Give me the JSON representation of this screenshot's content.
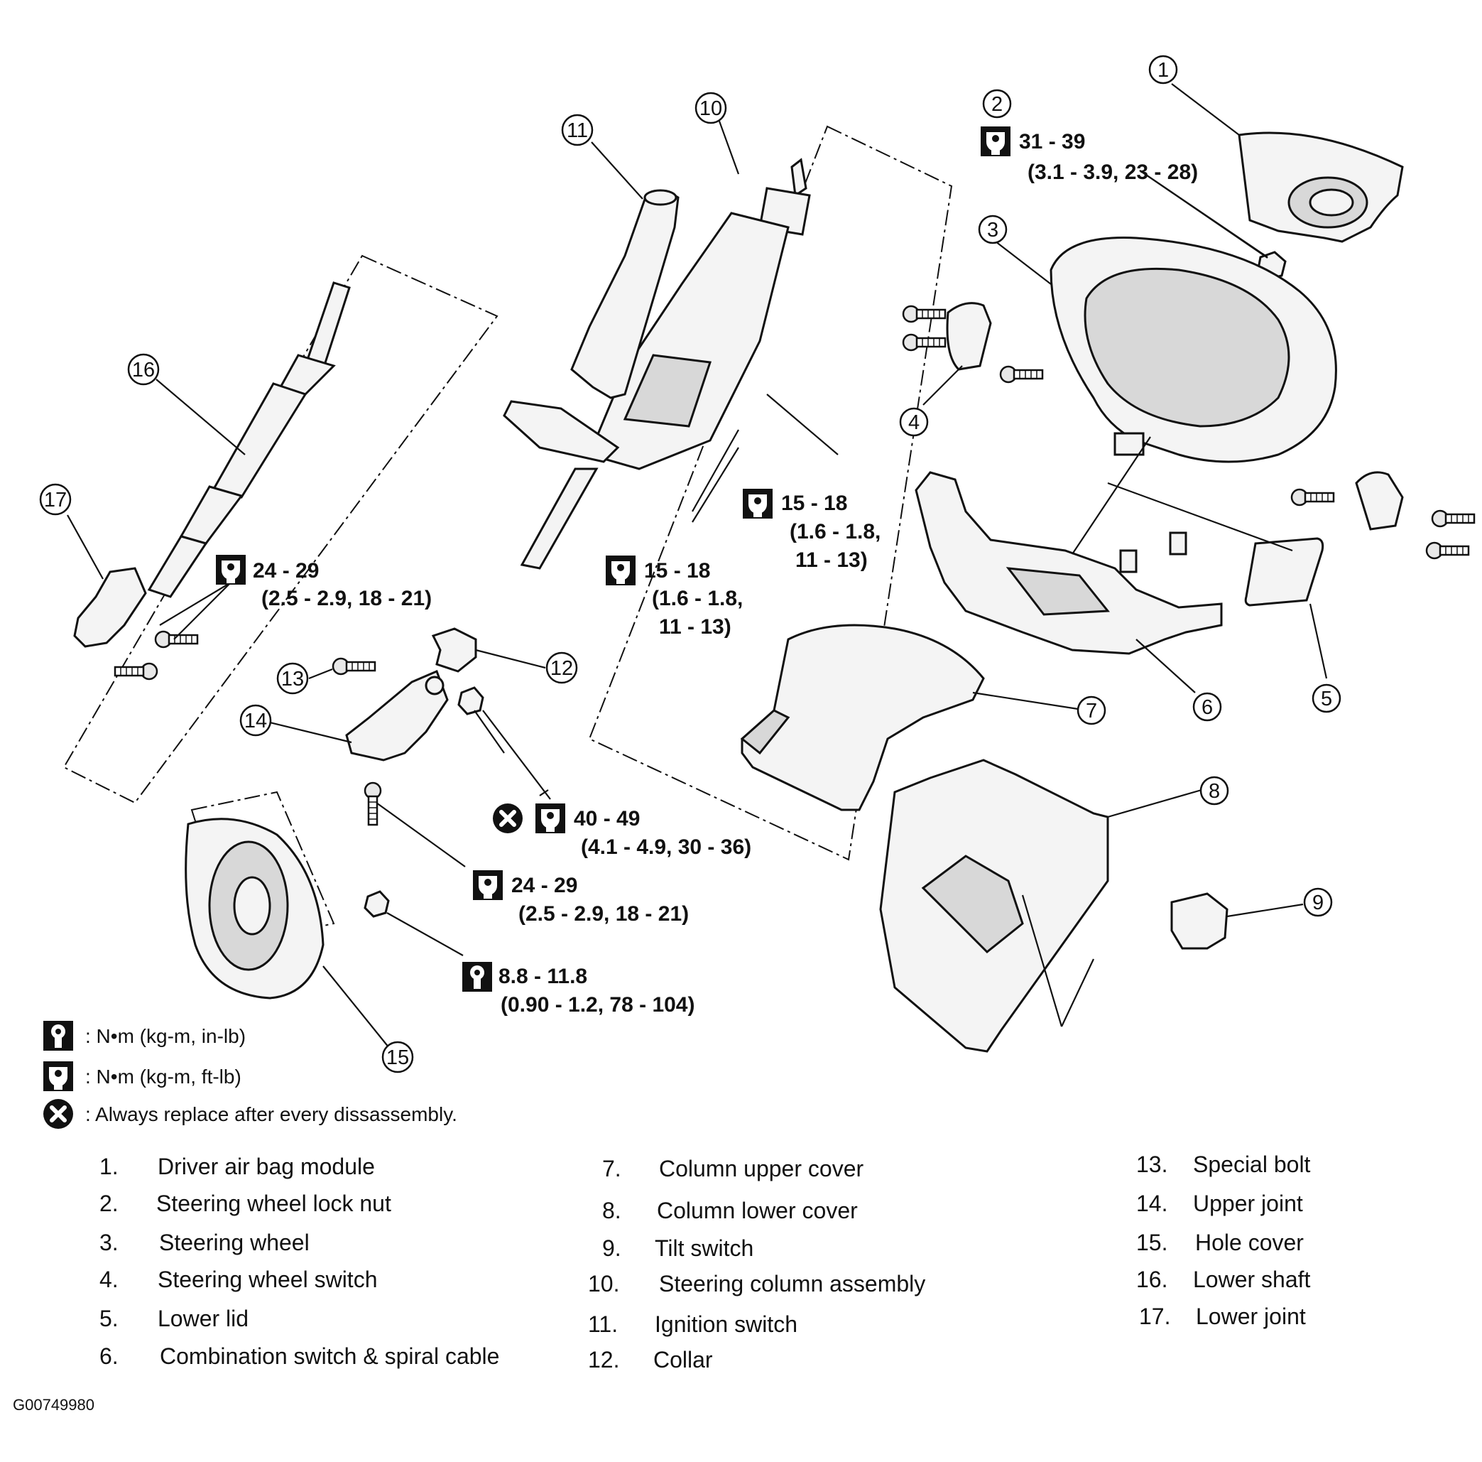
{
  "callouts": [
    {
      "n": "1"
    },
    {
      "n": "2"
    },
    {
      "n": "3"
    },
    {
      "n": "4"
    },
    {
      "n": "5"
    },
    {
      "n": "6"
    },
    {
      "n": "7"
    },
    {
      "n": "8"
    },
    {
      "n": "9"
    },
    {
      "n": "10"
    },
    {
      "n": "11"
    },
    {
      "n": "12"
    },
    {
      "n": "13"
    },
    {
      "n": "14"
    },
    {
      "n": "15"
    },
    {
      "n": "16"
    },
    {
      "n": "17"
    }
  ],
  "torque_specs": [
    {
      "line1": "31 - 39",
      "line2": "(3.1 - 3.9, 23 - 28)"
    },
    {
      "line1": "15 - 18",
      "line2": "(1.6 - 1.8,",
      "line3": "11 - 13)"
    },
    {
      "line1": "15 - 18",
      "line2": "(1.6 - 1.8,",
      "line3": "11 - 13)"
    },
    {
      "line1": "24 - 29",
      "line2": "(2.5 - 2.9, 18 - 21)"
    },
    {
      "line1": "40 - 49",
      "line2": "(4.1 - 4.9, 30 - 36)"
    },
    {
      "line1": "24 - 29",
      "line2": "(2.5 - 2.9, 18 - 21)"
    },
    {
      "line1": "8.8 - 11.8",
      "line2": "(0.90 - 1.2, 78 - 104)"
    }
  ],
  "legend": [
    {
      "icon": "torque-wrench-icon",
      "text": ":  N•m  (kg-m,  in-lb)"
    },
    {
      "icon": "torque-wrench-icon",
      "text": ":  N•m  (kg-m,  ft-lb)"
    },
    {
      "icon": "replace-x-icon",
      "text": ":  Always replace after every dissassembly."
    }
  ],
  "parts_list": [
    {
      "num": "1.",
      "name": "Driver air bag module"
    },
    {
      "num": "2.",
      "name": "Steering wheel lock nut"
    },
    {
      "num": "3.",
      "name": "Steering wheel"
    },
    {
      "num": "4.",
      "name": "Steering wheel switch"
    },
    {
      "num": "5.",
      "name": "Lower lid"
    },
    {
      "num": "6.",
      "name": "Combination switch & spiral cable"
    },
    {
      "num": "7.",
      "name": "Column upper cover"
    },
    {
      "num": "8.",
      "name": "Column lower cover"
    },
    {
      "num": "9.",
      "name": "Tilt switch"
    },
    {
      "num": "10.",
      "name": "Steering column assembly"
    },
    {
      "num": "11.",
      "name": "Ignition switch"
    },
    {
      "num": "12.",
      "name": "Collar"
    },
    {
      "num": "13.",
      "name": "Special bolt"
    },
    {
      "num": "14.",
      "name": "Upper joint"
    },
    {
      "num": "15.",
      "name": "Hole cover"
    },
    {
      "num": "16.",
      "name": "Lower shaft"
    },
    {
      "num": "17.",
      "name": "Lower joint"
    }
  ],
  "figure_code": "G00749980"
}
